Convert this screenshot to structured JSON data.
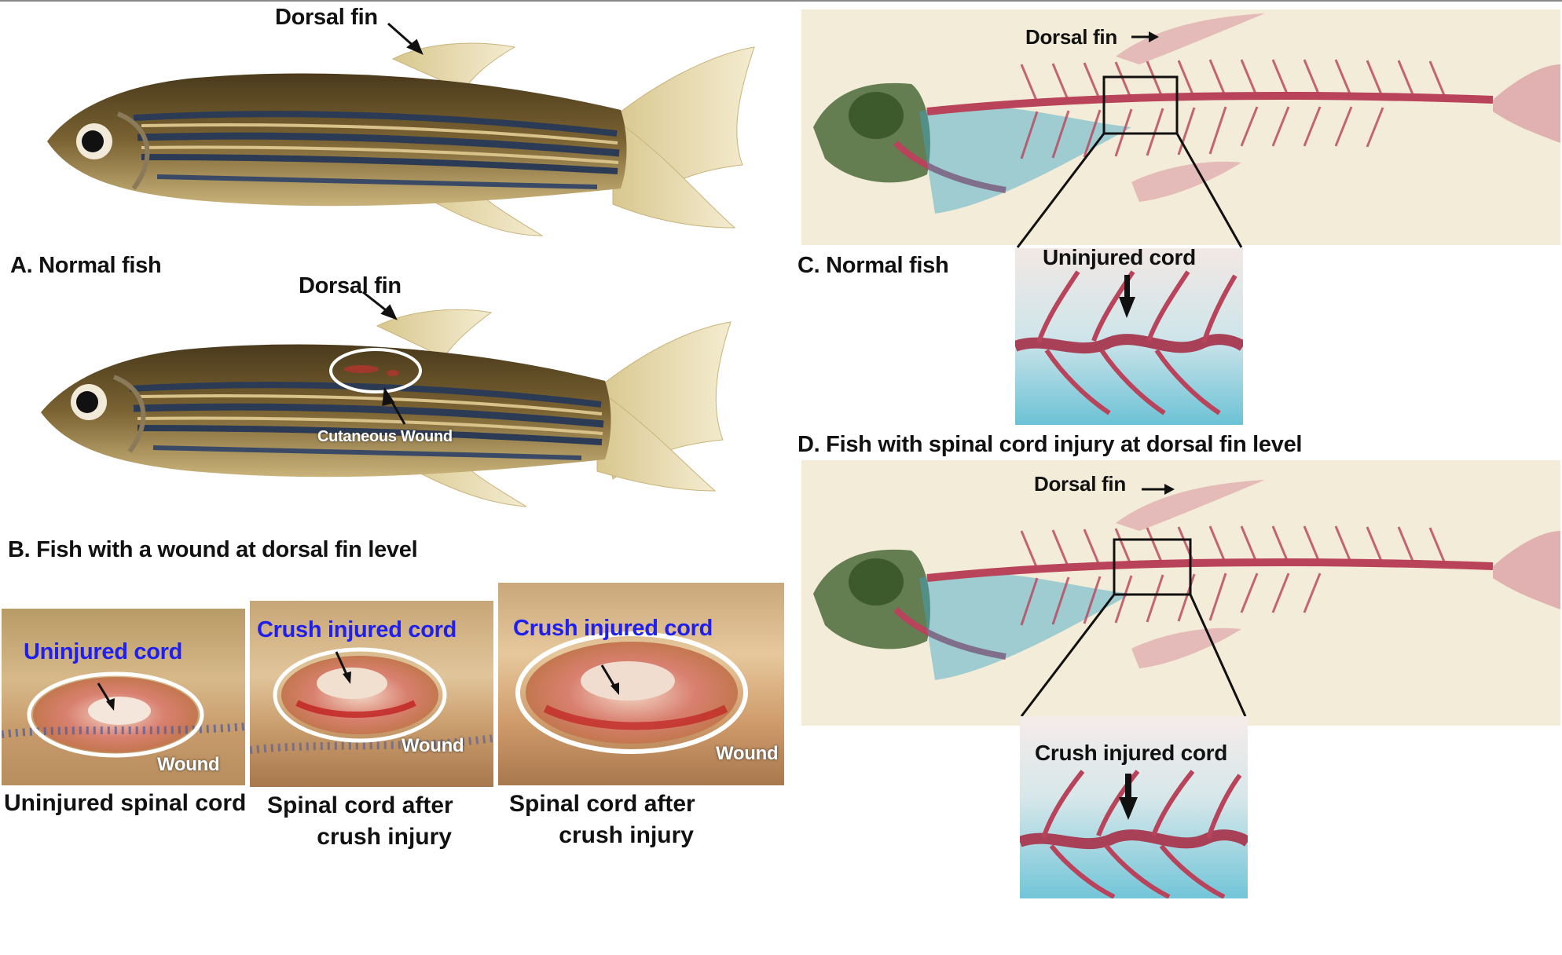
{
  "panel_a": {
    "dorsal_label": "Dorsal fin",
    "caption": "A. Normal fish"
  },
  "panel_b": {
    "dorsal_label": "Dorsal fin",
    "wound_label": "Cutaneous Wound",
    "caption": "B. Fish with a wound at dorsal fin level",
    "insets": [
      {
        "title": "Uninjured cord",
        "wound": "Wound",
        "caption_lines": [
          "Uninjured spinal cord"
        ]
      },
      {
        "title": "Crush injured cord",
        "wound": "Wound",
        "caption_lines": [
          "Spinal cord after",
          "crush injury"
        ]
      },
      {
        "title": "Crush injured cord",
        "wound": "Wound",
        "caption_lines": [
          "Spinal cord after",
          "crush injury"
        ]
      }
    ]
  },
  "panel_c": {
    "dorsal_label": "Dorsal fin",
    "caption": "C. Normal fish",
    "zoom_label": "Uninjured cord"
  },
  "panel_d": {
    "caption": "D. Fish with spinal cord injury at dorsal fin level",
    "dorsal_label": "Dorsal fin",
    "zoom_label": "Crush injured cord"
  },
  "colors": {
    "fish_body": "#6e5a2c",
    "fish_stripe": "#2b3a55",
    "fin": "#e8ddb0",
    "skeleton_bg": "#f3ecd8",
    "bone_red": "#b8435a",
    "cartilage_blue": "#3aa7c9",
    "inset_label_blue": "#2020ee"
  }
}
